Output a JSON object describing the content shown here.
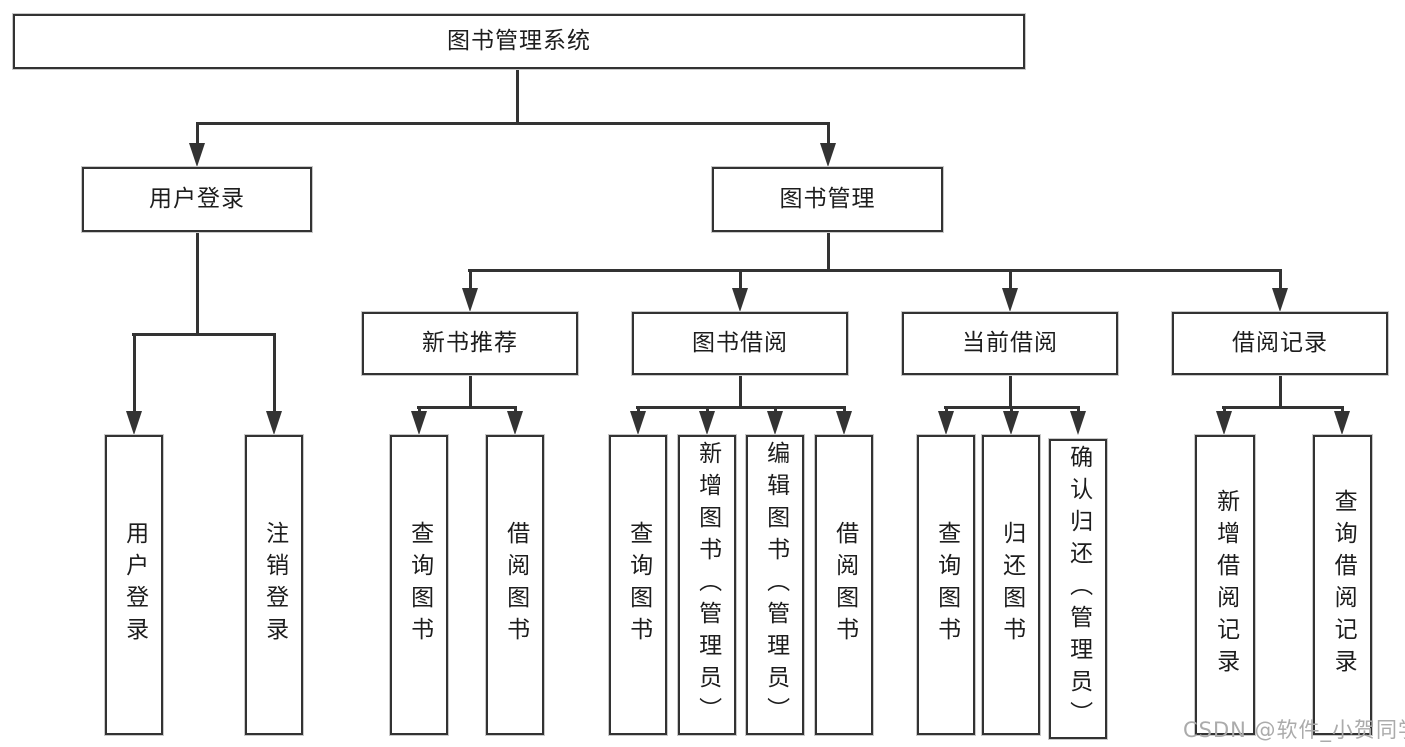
{
  "diagram_title": "图书管理系统",
  "nodes": {
    "root": "图书管理系统",
    "user_login": "用户登录",
    "book_mgmt": "图书管理",
    "new_book_rec": "新书推荐",
    "book_borrow": "图书借阅",
    "current_borrow": "当前借阅",
    "borrow_records": "借阅记录",
    "leaf_user_login": "用户登录",
    "leaf_logout": "注销登录",
    "leaf_query_book_1": "查询图书",
    "leaf_borrow_book_1": "借阅图书",
    "leaf_query_book_2": "查询图书",
    "leaf_add_book": "新增图书（管理员）",
    "leaf_edit_book": "编辑图书（管理员）",
    "leaf_borrow_book_2": "借阅图书",
    "leaf_query_book_3": "查询图书",
    "leaf_return_book": "归还图书",
    "leaf_confirm_return": "确认归还（管理员）",
    "leaf_add_record": "新增借阅记录",
    "leaf_query_record": "查询借阅记录"
  },
  "hierarchy": {
    "图书管理系统": [
      "用户登录",
      "图书管理"
    ],
    "用户登录": [
      "用户登录",
      "注销登录"
    ],
    "图书管理": [
      "新书推荐",
      "图书借阅",
      "当前借阅",
      "借阅记录"
    ],
    "新书推荐": [
      "查询图书",
      "借阅图书"
    ],
    "图书借阅": [
      "查询图书",
      "新增图书（管理员）",
      "编辑图书（管理员）",
      "借阅图书"
    ],
    "当前借阅": [
      "查询图书",
      "归还图书",
      "确认归还（管理员）"
    ],
    "借阅记录": [
      "新增借阅记录",
      "查询借阅记录"
    ]
  },
  "watermark": "CSDN @软件_小贺同学",
  "colors": {
    "line": "#333333",
    "box_border": "#333333",
    "box_background": "#ffffff",
    "text": "#1d1d1d",
    "watermark": "#ababab",
    "background": "#ffffff"
  }
}
